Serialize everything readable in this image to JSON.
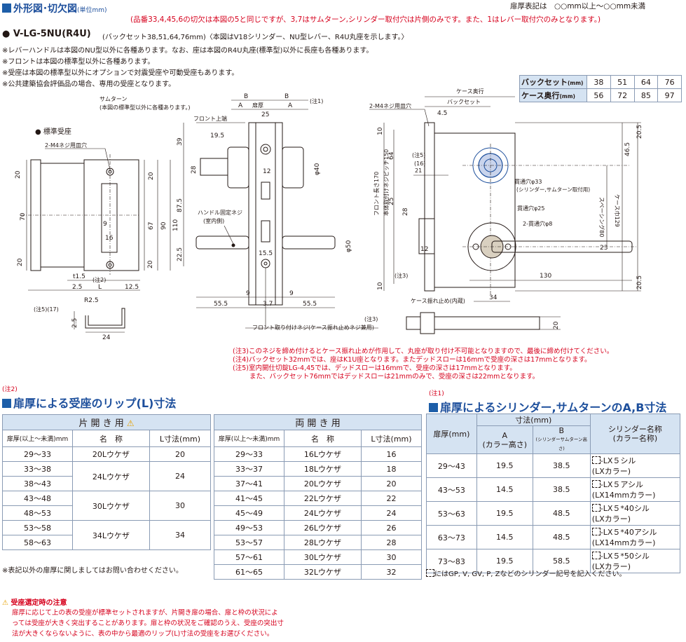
{
  "header": {
    "title": "外形図･切欠図",
    "unit": "(単位mm)",
    "note_red": "(品番33,4,45,6の切欠は本図の5と同じですが、3,7はサムターン,シリンダー取付穴は片側のみです。また、1はレバー取付穴のみとなります。)",
    "door_thickness_notation": "扉厚表記は　○○mm以上～○○mm未満"
  },
  "model": {
    "name": "● V-LG-5NU(R4U)",
    "desc": "(バックセット38,51,64,76mm)〈本図はV18シリンダー、NU型レバー、R4U丸座を示します。〉"
  },
  "notes": [
    "※レバーハンドルは本図のNU型以外に各種あります。なお、座は本図のR4U丸座(標準型)以外に長座も各種あります。",
    "※フロントは本図の標準型以外に各種あります。",
    "※受座は本図の標準型以外にオプションで対震受座や可動受座もあります。",
    "※公共建築協会評価品の場合、専用の受座となります。"
  ],
  "backset_table": {
    "rows": [
      {
        "label": "バックセット",
        "unit": "(mm)",
        "values": [
          "38",
          "51",
          "64",
          "76"
        ]
      },
      {
        "label": "ケース奥行",
        "unit": "(mm)",
        "values": [
          "56",
          "72",
          "85",
          "97"
        ]
      }
    ]
  },
  "drawing_labels": {
    "standard_strike": "● 標準受座",
    "m4_screw_hole": "2-M4ネジ用皿穴",
    "thumbturn": "サムターン",
    "thumbturn_note": "(本図の標準型以外に各種あります。)",
    "front_top": "フロント上端",
    "handle_screw": "ハンドル固定ネジ",
    "indoor": "(室内側)",
    "front_screw": "フロント取り付けネジ(ケース振れ止めネジ兼用)",
    "case_depth": "ケース奥行",
    "backset": "バックセット",
    "m4_screw_hole2": "2-M4ネジ用皿穴",
    "hole33": "貫通穴φ33",
    "hole33_note": "(シリンダー,サムターン取付用)",
    "hole25": "貫通穴φ25",
    "hole8": "2-貫通穴φ8",
    "spacing": "スペーシング80",
    "case_width": "ケース巾129",
    "front_length": "フロント長さ170",
    "screw_pitch": "本体取付けネジピッチ150",
    "case_stopper": "ケース振れ止め(内蔵)",
    "door_thickness": "扉厚",
    "note1": "(注1)",
    "note2": "(注2)",
    "note3": "(注3)",
    "note5": "(注5)",
    "note5_17": "(注5)(17)",
    "dims": {
      "b": "B",
      "a": "A",
      "d25": "25",
      "d19_5": "19.5",
      "d28": "28",
      "d39": "39",
      "d12": "12",
      "d40": "φ40",
      "d87_5": "87.5",
      "d22_5": "22.5",
      "d9": "9",
      "d15_5": "15.5",
      "d50": "φ50",
      "d55_5": "55.5",
      "d3_7": "3.7",
      "d70": "70",
      "d20": "20",
      "d67": "67",
      "d90": "90",
      "d110": "110",
      "d16": "16",
      "d1_5": "t1.5",
      "d2_5": "2.5",
      "L": "L",
      "d12_5": "12.5",
      "r2_5": "R2.5",
      "d24": "24",
      "d4_5": "4.5",
      "d21": "21",
      "d16p": "(16)",
      "d64": "64",
      "d10": "10",
      "d20_5": "20.5",
      "d46_5": "46.5",
      "d23": "23",
      "d130": "130",
      "d34": "34"
    }
  },
  "footnotes": [
    "(注3)このネジを締め付けるとケース振れ止めが作用して、丸座が取り付け不可能となりますので、最後に締め付けてください。",
    "(注4)バックセット32mmでは、座はK1U座となります。またデッドスローは16mmで受座の深さは17mmとなります。",
    "(注5)室内開仕切錠LG-4,45では、デッドスローは16mmで、受座の深さは17mmとなります。",
    "また、バックセット76mmではデッドスローは21mmのみで、受座の深さは22mmとなります。"
  ],
  "lip_section": {
    "note": "(注2)",
    "title": "扉厚による受座のリップ(L)寸法",
    "single": {
      "caption": "片 開 き 用",
      "headers": [
        "扉厚(以上～未満)mm",
        "名　称",
        "L寸法(mm)"
      ],
      "rows": [
        {
          "thickness": "29～33",
          "name": "20Lウケザ",
          "L": "20"
        },
        {
          "thickness": "33～38",
          "name": "24Lウケザ",
          "L": "24"
        },
        {
          "thickness": "38～43",
          "name": "",
          "L": ""
        },
        {
          "thickness": "43～48",
          "name": "30Lウケザ",
          "L": "30"
        },
        {
          "thickness": "48～53",
          "name": "",
          "L": ""
        },
        {
          "thickness": "53～58",
          "name": "34Lウケザ",
          "L": "34"
        },
        {
          "thickness": "58～63",
          "name": "",
          "L": ""
        }
      ],
      "footnote": "※表記以外の扉厚に関しましてはお問い合わせください。"
    },
    "double": {
      "caption": "両 開 き 用",
      "headers": [
        "扉厚(以上～未満)mm",
        "名　称",
        "L寸法(mm)"
      ],
      "rows": [
        {
          "thickness": "29～33",
          "name": "16Lウケザ",
          "L": "16"
        },
        {
          "thickness": "33～37",
          "name": "18Lウケザ",
          "L": "18"
        },
        {
          "thickness": "37～41",
          "name": "20Lウケザ",
          "L": "20"
        },
        {
          "thickness": "41～45",
          "name": "22Lウケザ",
          "L": "22"
        },
        {
          "thickness": "45～49",
          "name": "24Lウケザ",
          "L": "24"
        },
        {
          "thickness": "49～53",
          "name": "26Lウケザ",
          "L": "26"
        },
        {
          "thickness": "53～57",
          "name": "28Lウケザ",
          "L": "28"
        },
        {
          "thickness": "57～61",
          "name": "30Lウケザ",
          "L": "30"
        },
        {
          "thickness": "61～65",
          "name": "32Lウケザ",
          "L": "32"
        }
      ]
    }
  },
  "cylinder_section": {
    "note": "(注1)",
    "title": "扉厚によるシリンダー,サムターンのA,B寸法",
    "headers": {
      "thickness": "扉厚(mm)",
      "dim": "寸法(mm)",
      "a": "A",
      "a_sub": "(カラー高さ)",
      "b": "B",
      "b_sub": "(シリンダーサムターン高さ)",
      "name": "シリンダー名称",
      "name_sub": "(カラー名称)"
    },
    "rows": [
      {
        "thickness": "29～43",
        "a": "19.5",
        "b": "38.5",
        "name": "-LX５シル",
        "collar": "(LXカラー)"
      },
      {
        "thickness": "43～53",
        "a": "14.5",
        "b": "38.5",
        "name": "-LX５アシル",
        "collar": "(LX14mmカラー)"
      },
      {
        "thickness": "53～63",
        "a": "19.5",
        "b": "48.5",
        "name": "-LX５*40シル",
        "collar": "(LXカラー)"
      },
      {
        "thickness": "63～73",
        "a": "14.5",
        "b": "48.5",
        "name": "-LX５*40アシル",
        "collar": "(LX14mmカラー)"
      },
      {
        "thickness": "73～83",
        "a": "19.5",
        "b": "58.5",
        "name": "-LX５*50シル",
        "collar": "(LXカラー)"
      }
    ],
    "footnote": "にはGP, V, GV, P, Zなどのシリンダー記号を記入ください。"
  },
  "caution": {
    "title": "受座選定時の注意",
    "lines": [
      "扉厚に応じて上の表の受座が標準セットされますが、片開き扉の場合、扉と枠の状況によ",
      "っては受座が大きく突出することがあります。扉と枠の状況をご確認のうえ、受座の突出寸",
      "法が大きくならないように、表の中から最適のリップ(L)寸法の受座をお選びください。"
    ]
  }
}
